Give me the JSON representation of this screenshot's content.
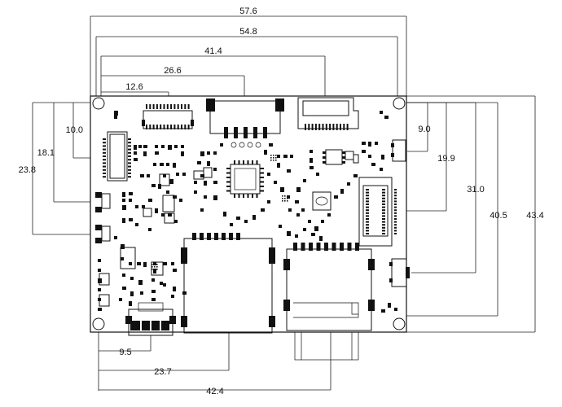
{
  "diagram": {
    "dimensions_top": [
      "57.6",
      "54.8",
      "41.4",
      "26.6",
      "12.6"
    ],
    "dimensions_left": [
      "10.0",
      "18.1",
      "23.8"
    ],
    "dimensions_right": [
      "9.0",
      "19.9",
      "31.0",
      "40.5",
      "43.4"
    ],
    "dimensions_bottom": [
      "9.5",
      "23.7",
      "42.4"
    ]
  }
}
